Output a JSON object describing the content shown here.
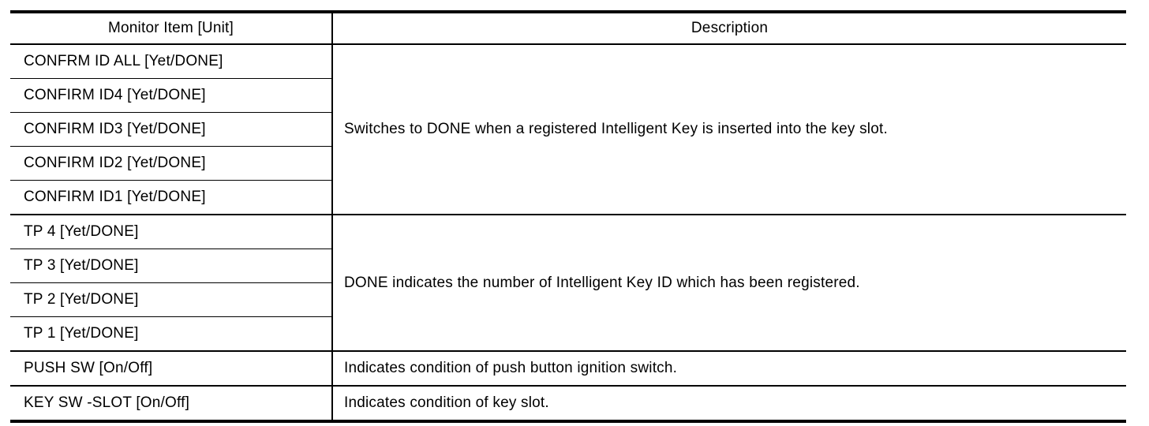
{
  "page": {
    "background": "#ffffff",
    "text_color": "#000000",
    "border_color": "#000000"
  },
  "table": {
    "columns": [
      {
        "label": "Monitor Item [Unit]"
      },
      {
        "label": "Description"
      }
    ],
    "groups": [
      {
        "items": [
          "CONFRM ID ALL [Yet/DONE]",
          "CONFIRM ID4 [Yet/DONE]",
          "CONFIRM ID3 [Yet/DONE]",
          "CONFIRM ID2 [Yet/DONE]",
          "CONFIRM ID1 [Yet/DONE]"
        ],
        "description": "Switches to DONE when a registered Intelligent Key is inserted into the key slot."
      },
      {
        "items": [
          "TP 4 [Yet/DONE]",
          "TP 3 [Yet/DONE]",
          "TP 2 [Yet/DONE]",
          "TP 1 [Yet/DONE]"
        ],
        "description": "DONE indicates the number of Intelligent Key ID which has been registered."
      },
      {
        "items": [
          "PUSH SW [On/Off]"
        ],
        "description": "Indicates condition of push button ignition switch."
      },
      {
        "items": [
          "KEY SW -SLOT [On/Off]"
        ],
        "description": "Indicates condition of key slot."
      }
    ]
  }
}
